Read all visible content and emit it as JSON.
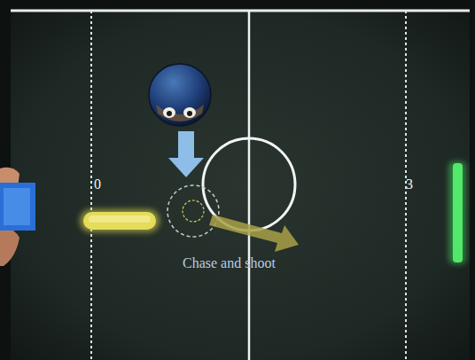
{
  "diagram": {
    "labels": [
      "0",
      "3",
      "Chase and shoot"
    ]
  }
}
